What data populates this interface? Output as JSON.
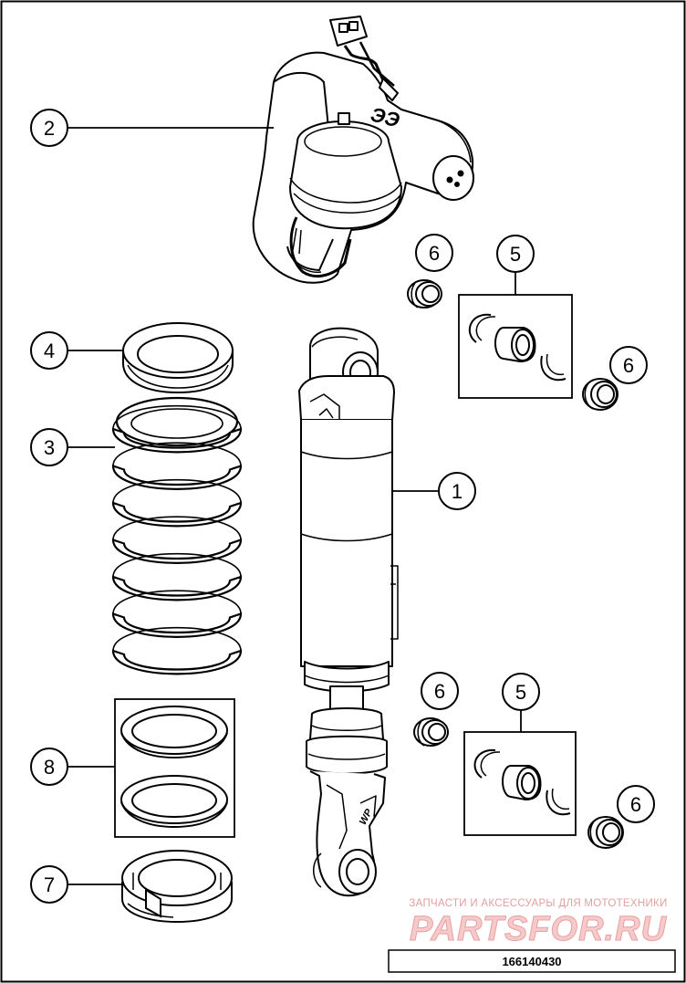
{
  "callouts": [
    {
      "id": "c1",
      "label": "1"
    },
    {
      "id": "c2",
      "label": "2"
    },
    {
      "id": "c3",
      "label": "3"
    },
    {
      "id": "c4",
      "label": "4"
    },
    {
      "id": "c5a",
      "label": "5"
    },
    {
      "id": "c5b",
      "label": "5"
    },
    {
      "id": "c6a",
      "label": "6"
    },
    {
      "id": "c6b",
      "label": "6"
    },
    {
      "id": "c6c",
      "label": "6"
    },
    {
      "id": "c6d",
      "label": "6"
    },
    {
      "id": "c7",
      "label": "7"
    },
    {
      "id": "c8",
      "label": "8"
    }
  ],
  "watermark": {
    "subtitle": "ЗАПЧАСТИ И АКСЕССУАРЫ ДЛЯ МОТОТЕХНИКИ",
    "brand": "PARTSFOR.RU"
  },
  "diagram_number": "166140430",
  "colors": {
    "line": "#000000",
    "watermark": "#e89a9a"
  }
}
